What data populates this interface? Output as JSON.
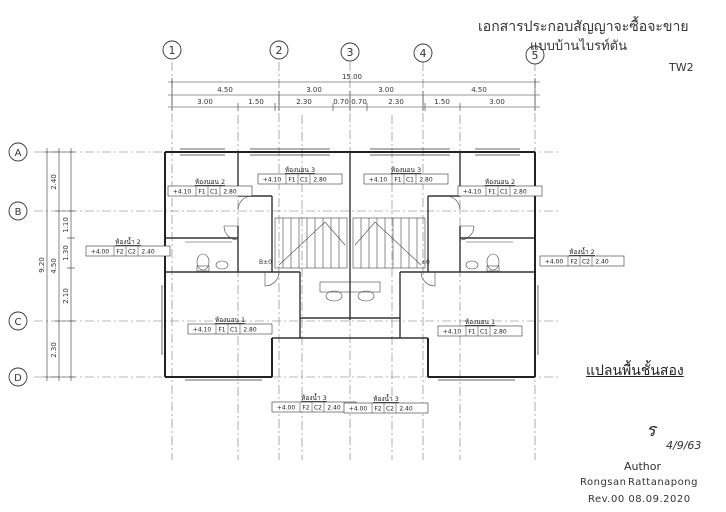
{
  "header": {
    "title_line1": "เอกสารประกอบสัญญาจะซื้อจะขาย",
    "title_line2": "แบบบ้านไบรท์ตัน",
    "code": "TW2"
  },
  "plan_title": "แปลนพื้นชั้นสอง",
  "author": {
    "label": "Author",
    "first_name": "Rongsan",
    "last_name": "Rattanapong",
    "revision": "Rev.00  08.09.2020",
    "signature": "ร",
    "signed_date": "4/9/63"
  },
  "grid": {
    "columns": [
      "1",
      "2",
      "3",
      "4",
      "5"
    ],
    "rows": [
      "A",
      "B",
      "C",
      "D"
    ]
  },
  "dims": {
    "total": "15.00",
    "level1": [
      "4.50",
      "3.00",
      "3.00",
      "4.50"
    ],
    "level2": [
      "3.00",
      "1.50",
      "2.30",
      "0.70",
      "0.70",
      "2.30",
      "1.50",
      "3.00"
    ],
    "left_total": "9.20",
    "left_level1": [
      "2.40",
      "4.50",
      "2.30"
    ],
    "left_level2": [
      "1.10",
      "1.30",
      "2.10"
    ]
  },
  "rooms": [
    {
      "name": "ห้องนอน 2",
      "spec": [
        "+4.10",
        "F1",
        "C1",
        "2.80"
      ]
    },
    {
      "name": "ห้องนอน 3",
      "spec": [
        "+4.10",
        "F1",
        "C1",
        "2.80"
      ]
    },
    {
      "name": "ห้องนอน 3",
      "spec": [
        "+4.10",
        "F1",
        "C1",
        "2.80"
      ]
    },
    {
      "name": "ห้องนอน 2",
      "spec": [
        "+4.10",
        "F1",
        "C1",
        "2.80"
      ]
    },
    {
      "name": "ห้องน้ำ 2",
      "spec": [
        "+4.00",
        "F2",
        "C2",
        "2.40"
      ]
    },
    {
      "name": "ห้องน้ำ 2",
      "spec": [
        "+4.00",
        "F2",
        "C2",
        "2.40"
      ]
    },
    {
      "name": "ห้องนอน 1",
      "spec": [
        "+4.10",
        "F1",
        "C1",
        "2.80"
      ]
    },
    {
      "name": "ห้องนอน 1",
      "spec": [
        "+4.10",
        "F1",
        "C1",
        "2.80"
      ]
    },
    {
      "name": "ห้องน้ำ 3",
      "spec": [
        "+4.00",
        "F2",
        "C2",
        "2.40"
      ]
    },
    {
      "name": "ห้องน้ำ 3",
      "spec": [
        "+4.00",
        "F2",
        "C2",
        "2.40"
      ]
    }
  ],
  "misc": {
    "level_left": "B±0",
    "level_right": "±0"
  }
}
